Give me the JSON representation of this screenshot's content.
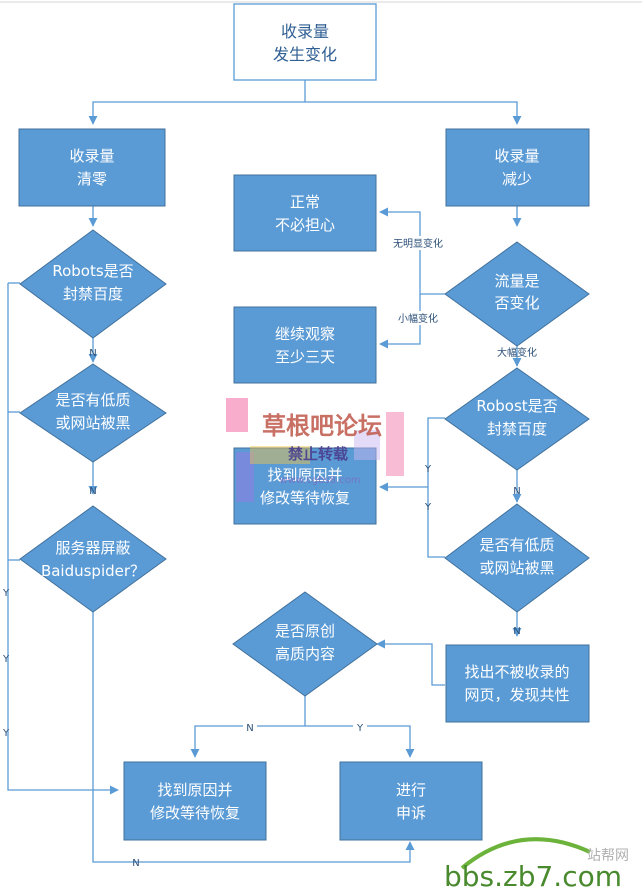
{
  "nodes": {
    "start": [
      "收录量",
      "发生变化"
    ],
    "cleared": [
      "收录量",
      "清零"
    ],
    "decreased": [
      "收录量",
      "减少"
    ],
    "normal": [
      "正常",
      "不必担心"
    ],
    "observe": [
      "继续观察",
      "至少三天"
    ],
    "robots_left": [
      "Robots是否",
      "封禁百度"
    ],
    "lowq_left": [
      "是否有低质",
      "或网站被黑"
    ],
    "server_block": [
      "服务器屏蔽",
      "Baiduspider？"
    ],
    "traffic_change": [
      "流量是",
      "否变化"
    ],
    "robots_right": [
      "Robost是否",
      "封禁百度"
    ],
    "lowq_right": [
      "是否有低质",
      "或网站被黑"
    ],
    "find_center": [
      "找到原因并",
      "修改等待恢复"
    ],
    "original": [
      "是否原创",
      "高质内容"
    ],
    "find_common": [
      "找出不被收录的",
      "网页，发现共性"
    ],
    "find_bottom": [
      "找到原因并",
      "修改等待恢复"
    ],
    "appeal": [
      "进行",
      "申诉"
    ]
  },
  "labels": {
    "no_change": "无明显变化",
    "small_change": "小幅变化",
    "big_change": "大幅变化",
    "n": "N",
    "y": "Y"
  },
  "watermark": {
    "forum": "草根吧论坛",
    "no_repost": "禁止转载",
    "url": "www.cgbs8.com"
  },
  "brand": {
    "subtitle": "站帮网",
    "url": "bbs.zb7.com"
  },
  "colors": {
    "node_fill": "#5b9bd5",
    "node_stroke": "#41719c",
    "connector": "#5b9bd5",
    "start_border": "#5b9bd5"
  }
}
